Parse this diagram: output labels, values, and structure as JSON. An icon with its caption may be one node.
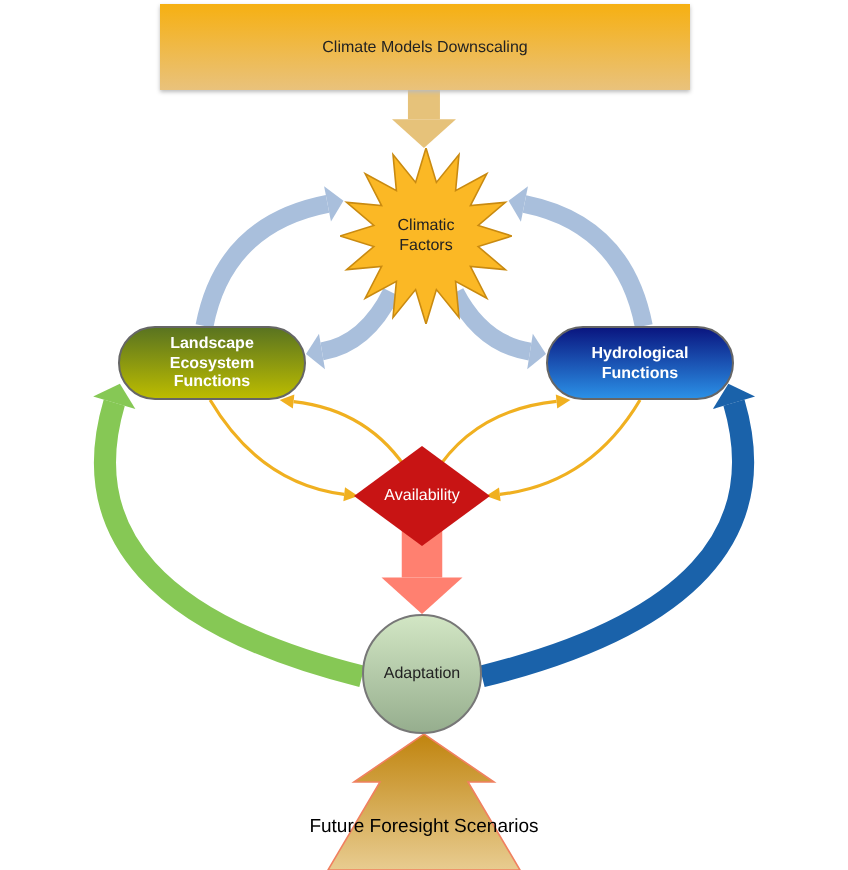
{
  "diagram": {
    "nodes": [
      {
        "text": [
          "Climate Models Downscaling"
        ]
      },
      {
        "text": [
          "Climatic Factors"
        ]
      },
      {
        "text": [
          "Landscape Ecosystem Functions"
        ]
      },
      {
        "text": [
          "Hydrological Functions"
        ]
      },
      {
        "text": [
          "Availability"
        ]
      },
      {
        "text": [
          "Adaptation"
        ]
      },
      {
        "text": [
          "Future Foresight Scenarios"
        ]
      }
    ],
    "edges": [
      {
        "from": 0,
        "to": 1,
        "arrow": "to",
        "color": "#e6c27a"
      },
      {
        "from": 1,
        "to": 2,
        "arrow": "to"
      },
      {
        "from": 1,
        "to": 3,
        "arrow": "to"
      },
      {
        "from": 2,
        "to": 1,
        "arrow": "to"
      },
      {
        "from": 3,
        "to": 1,
        "arrow": "to"
      },
      {
        "from": 2,
        "to": 4,
        "arrow": "to",
        "color": "#f0b020"
      },
      {
        "from": 4,
        "to": 2,
        "arrow": "to",
        "color": "#f0b020"
      },
      {
        "from": 3,
        "to": 4,
        "arrow": "to",
        "color": "#f0b020"
      },
      {
        "from": 4,
        "to": 3,
        "arrow": "to",
        "color": "#f0b020"
      },
      {
        "from": 4,
        "to": 5,
        "arrow": "to",
        "style": "thick",
        "color": "#ff8070"
      },
      {
        "from": 5,
        "to": 2,
        "arrow": "to",
        "color": "#86c855"
      },
      {
        "from": 5,
        "to": 3,
        "arrow": "to",
        "color": "#1a62aa"
      }
    ]
  }
}
